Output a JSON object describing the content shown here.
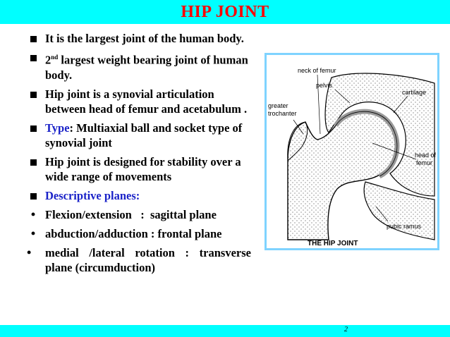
{
  "slide": {
    "title": "HIP JOINT",
    "page_number": "2",
    "accent_color": "#00ffff",
    "title_color": "#ff0000",
    "highlight_color": "#1a22c8"
  },
  "bullets": [
    {
      "type": "square",
      "text": "It is the largest joint of the human body."
    },
    {
      "type": "square",
      "prefix": "2",
      "superscript": "nd",
      "text": " largest weight bearing joint of human body."
    },
    {
      "type": "square",
      "text": "Hip joint is a synovial articulation between head of femur and acetabulum ."
    },
    {
      "type": "square",
      "highlight": "Type",
      "text": ": Multiaxial ball and socket type of synovial joint"
    },
    {
      "type": "square",
      "text": "Hip joint is designed for stability over a wide range of movements"
    },
    {
      "type": "square",
      "highlight": "Descriptive planes:"
    },
    {
      "type": "dot",
      "text": "Flexion/extension   :  sagittal plane"
    },
    {
      "type": "dot",
      "text": "abduction/adduction : frontal plane"
    },
    {
      "type": "dot",
      "text": "medial  /lateral  rotation  :  transverse plane (circumduction)"
    }
  ],
  "figure": {
    "labels": {
      "neck_of_femur": "neck of femur",
      "pelvis": "pelvis",
      "cartilage": "cartilage",
      "greater": "greater",
      "trochanter": "trochanter",
      "head_of": "head of",
      "femur": "femur",
      "pubic_ramus": "pubic ramus"
    },
    "caption": "THE HIP JOINT"
  }
}
